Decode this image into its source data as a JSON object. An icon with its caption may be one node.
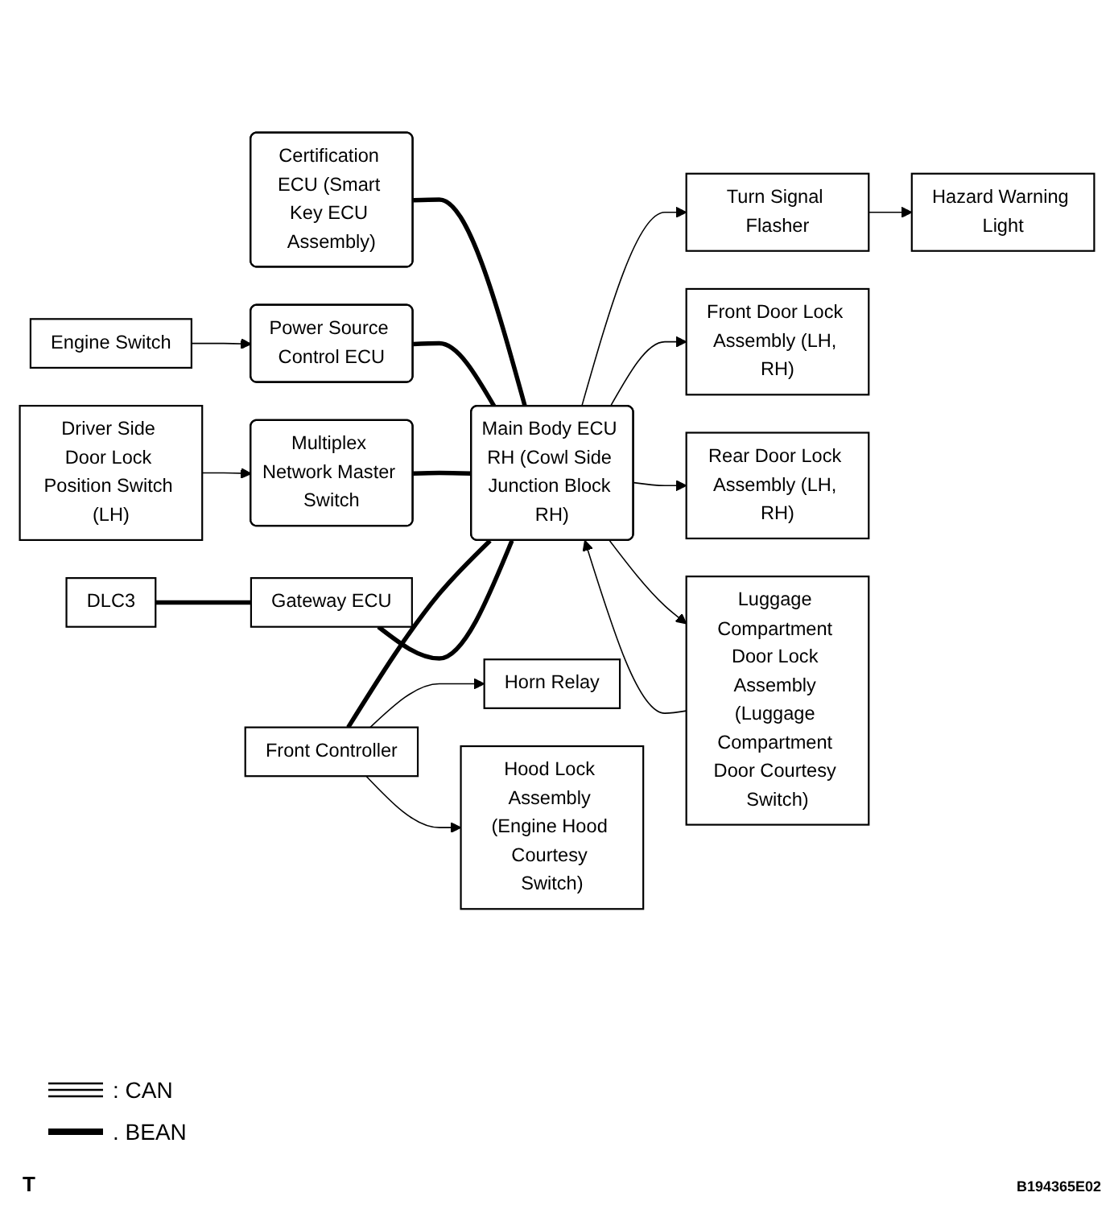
{
  "diagram": {
    "nodes": [
      {
        "text": [
          "Certification ECU (Smart Key ECU Assembly)"
        ]
      },
      {
        "text": [
          "Main Body ECU RH (Cowl Side Junction Block RH)"
        ]
      },
      {
        "text": [
          "Turn Signal Flasher"
        ]
      },
      {
        "text": [
          "Engine Switch"
        ]
      },
      {
        "text": [
          "Power Source Control ECU"
        ]
      },
      {
        "text": [
          "Hazard Warning Light"
        ]
      },
      {
        "text": [
          "Driver Side Door Lock Position Switch (LH)"
        ]
      },
      {
        "text": [
          "Multiplex Network Master Switch"
        ]
      },
      {
        "text": [
          "Front Door Lock Assembly (LH, RH)"
        ]
      },
      {
        "text": [
          "Horn Relay"
        ]
      },
      {
        "text": [
          "Front Controller"
        ]
      },
      {
        "text": [
          "Rear Door Lock Assembly (LH, RH)"
        ]
      },
      {
        "text": [
          "Hood Lock Assembly (Engine Hood Courtesy Switch)"
        ]
      },
      {
        "text": [
          "Luggage Compartment Door Lock Assembly (Luggage Compartment Door Courtesy Switch)"
        ]
      },
      {
        "text": [
          "DLC3"
        ]
      },
      {
        "text": [
          "Gateway ECU"
        ]
      }
    ],
    "edges": [
      {
        "from": 3,
        "to": 4,
        "arrow": "to"
      },
      {
        "from": 6,
        "to": 7,
        "arrow": "to"
      },
      {
        "from": 10,
        "to": 9,
        "arrow": "to"
      },
      {
        "from": 10,
        "to": 12,
        "arrow": "to"
      },
      {
        "from": 14,
        "to": 15,
        "arrow": "none",
        "style": "thick"
      },
      {
        "from": 0,
        "to": 1,
        "arrow": "none",
        "style": "thick"
      },
      {
        "from": 4,
        "to": 1,
        "arrow": "none",
        "style": "thick"
      },
      {
        "from": 7,
        "to": 1,
        "arrow": "none",
        "style": "thick"
      },
      {
        "from": 10,
        "to": 1,
        "arrow": "none",
        "style": "thick"
      },
      {
        "from": 15,
        "to": 1,
        "arrow": "none",
        "style": "thick"
      },
      {
        "from": 1,
        "to": 2,
        "arrow": "to"
      },
      {
        "from": 2,
        "to": 5,
        "arrow": "to"
      },
      {
        "from": 1,
        "to": 8,
        "arrow": "to"
      },
      {
        "from": 1,
        "to": 11,
        "arrow": "to"
      },
      {
        "from": 1,
        "to": 13,
        "arrow": "to"
      },
      {
        "from": 13,
        "to": 1,
        "arrow": "to"
      }
    ],
    "labels": [
      "T",
      "B194365E02"
    ],
    "legend": [
      {
        "text": ": CAN"
      },
      {
        "text": ". BEAN"
      }
    ]
  }
}
